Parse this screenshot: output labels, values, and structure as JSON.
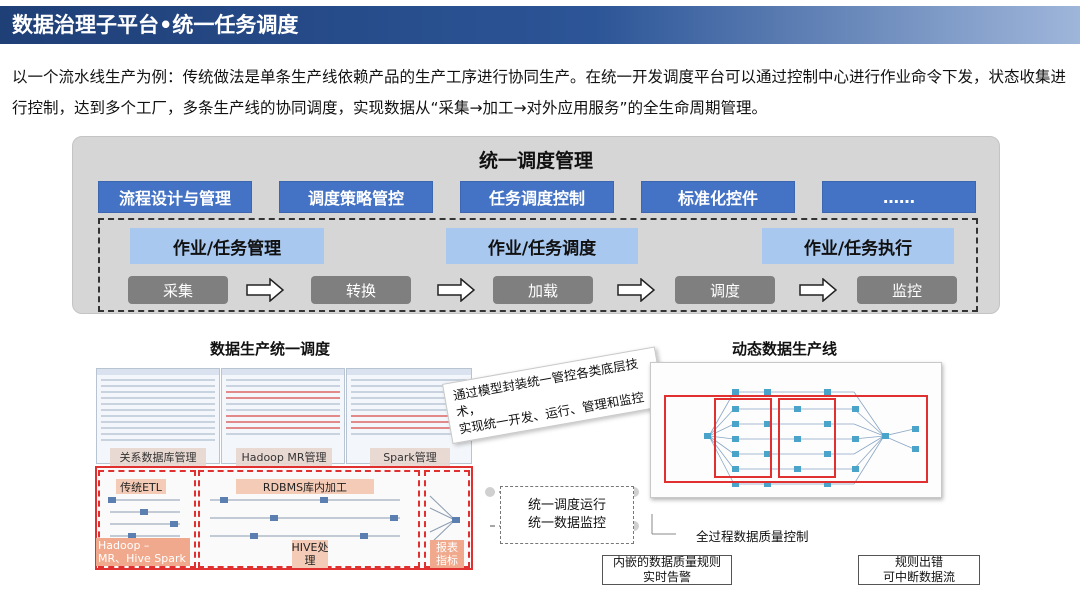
{
  "page": {
    "title": "数据治理子平台•统一任务调度",
    "intro": "以一个流水线生产为例：传统做法是单条生产线依赖产品的生产工序进行协同生产。在统一开发调度平台可以通过控制中心进行作业命令下发，状态收集进行控制，达到多个工厂，多条生产线的协同调度，实现数据从“采集→加工→对外应用服务”的全生命周期管理。"
  },
  "management": {
    "title": "统一调度管理",
    "modules": [
      "流程设计与管理",
      "调度策略管控",
      "任务调度控制",
      "标准化控件",
      "……"
    ],
    "groups": [
      "作业/任务管理",
      "作业/任务调度",
      "作业/任务执行"
    ],
    "steps": [
      "采集",
      "转换",
      "加载",
      "调度",
      "监控"
    ]
  },
  "left_section": {
    "title": "数据生产统一调度",
    "screens": [
      "关系数据库管理",
      "Hadoop MR管理",
      "Spark管理"
    ],
    "flows": {
      "etl": "传统ETL",
      "rdbms": "RDBMS库内加工",
      "hadoop_line1": "Hadoop –",
      "hadoop_line2": "MR、Hive Spark",
      "hive_line1": "HIVE处",
      "hive_line2": "理",
      "report_line1": "报表",
      "report_line2": "指标"
    }
  },
  "callout": {
    "line1": "通过模型封装统一管控各类底层技术，",
    "line2": "实现统一开发、运行、管理和监控"
  },
  "center_box": {
    "line1": "统一调度运行",
    "line2": "统一数据监控"
  },
  "right_section": {
    "title": "动态数据生产线",
    "quality": "全过程数据质量控制"
  },
  "notes": [
    {
      "line1": "内嵌的数据质量规则",
      "line2": "实时告警"
    },
    {
      "line1": "规则出错",
      "line2": "可中断数据流"
    }
  ],
  "colors": {
    "accent": "#4472c4",
    "light_accent": "#a9c8ef",
    "step_gray": "#7f7f7f",
    "alert_red": "#e03030"
  }
}
